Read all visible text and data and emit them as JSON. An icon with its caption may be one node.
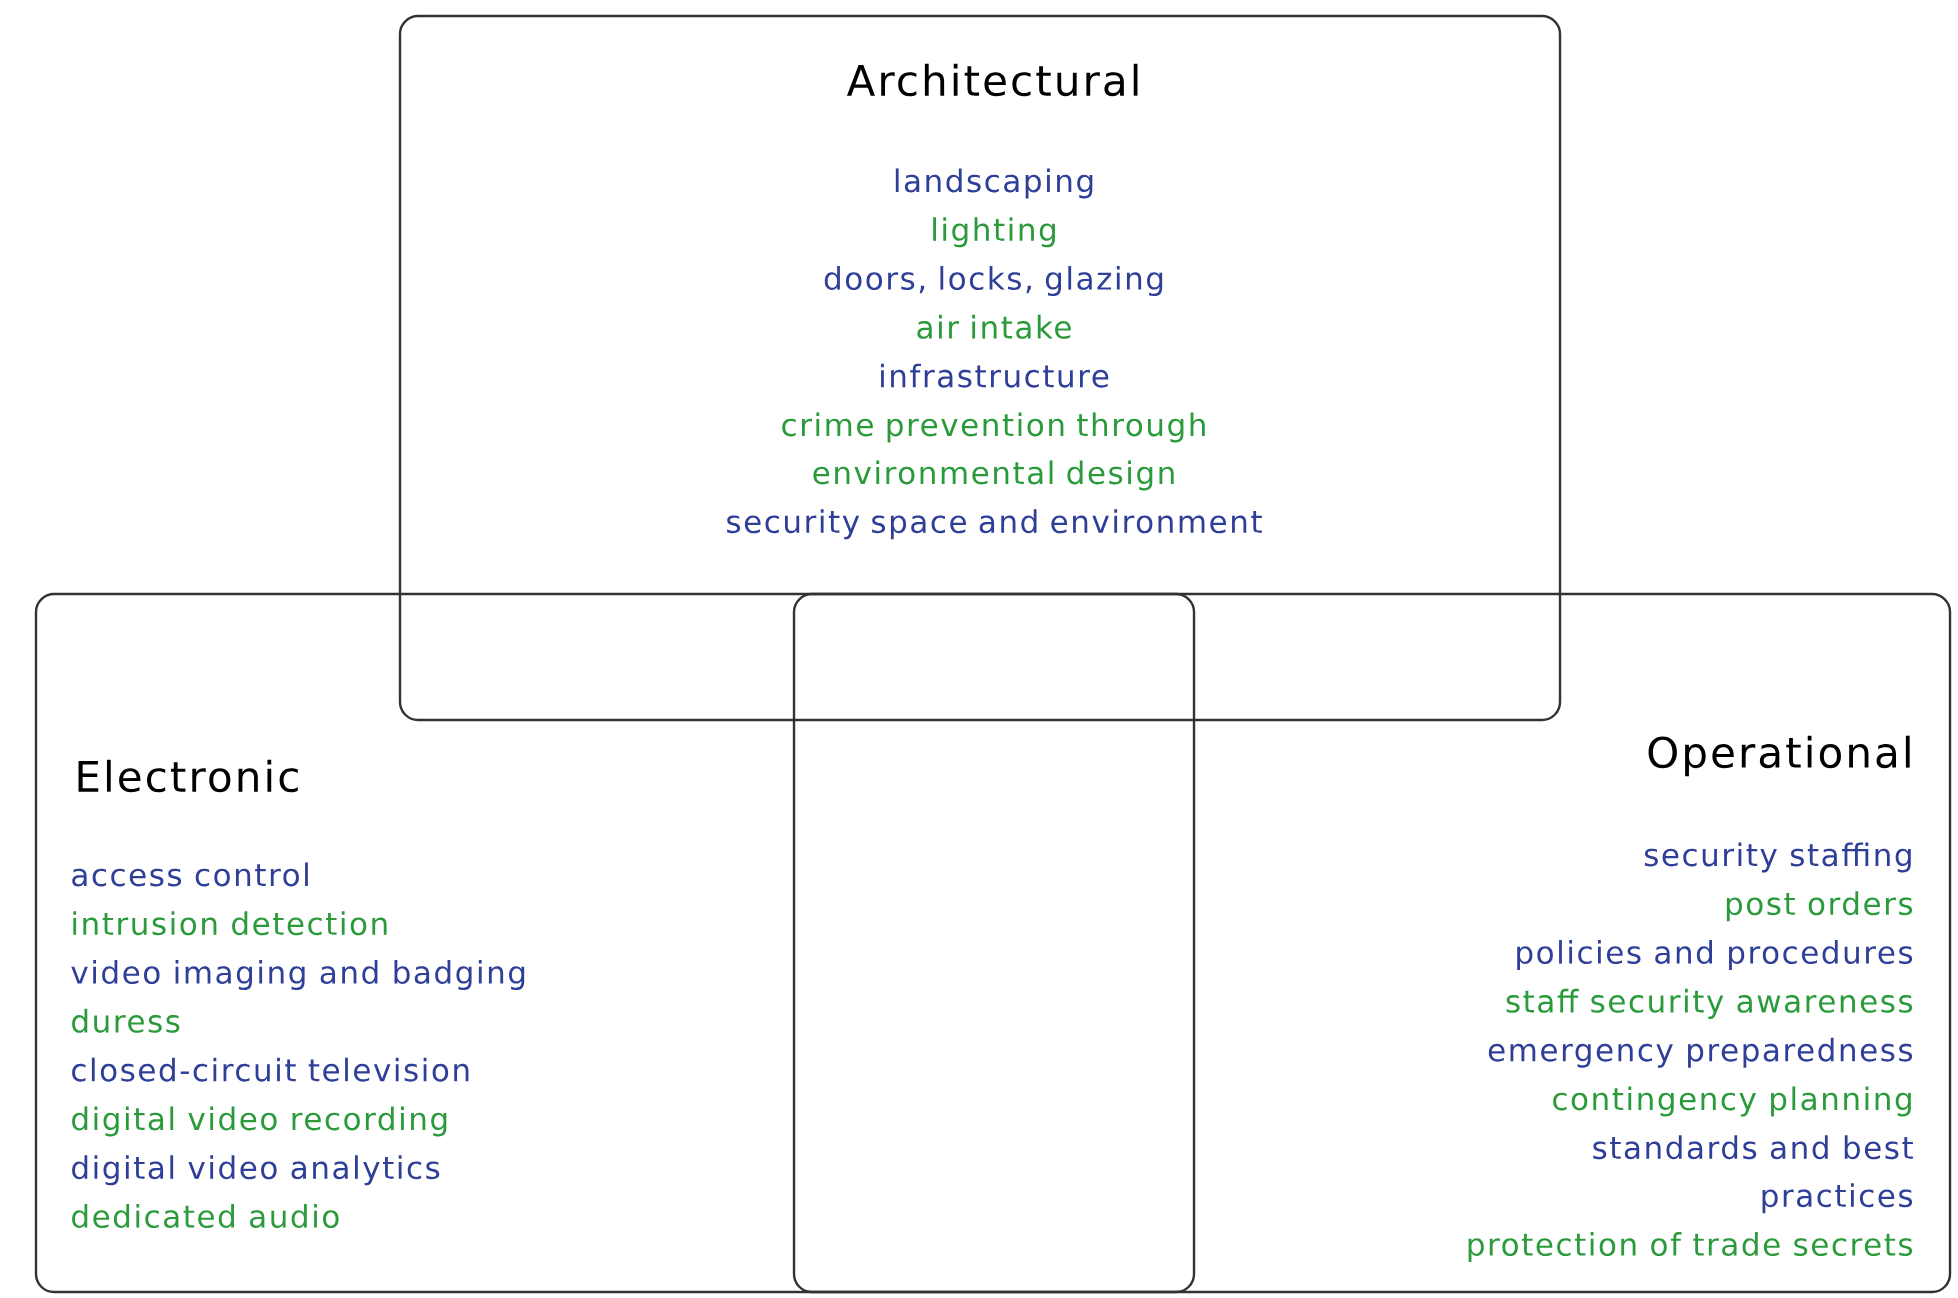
{
  "diagram": {
    "nodes": [
      {
        "text": [
          "Architectural",
          "landscaping",
          "lighting",
          "doors, locks, glazing",
          "air intake",
          "infrastructure",
          "crime prevention through environmental design",
          "security space and environment"
        ]
      },
      {
        "text": [
          "Electronic",
          "access control",
          "intrusion detection",
          "video imaging and badging",
          "duress",
          "closed-circuit television",
          "digital video recording",
          "digital video analytics",
          "dedicated audio"
        ]
      },
      {
        "text": [
          "Operational",
          "security staffing",
          "post orders",
          "policies and procedures",
          "staff security awareness",
          "emergency preparedness",
          "contingency planning",
          "standards and best practices",
          "protection of trade secrets"
        ]
      }
    ]
  }
}
